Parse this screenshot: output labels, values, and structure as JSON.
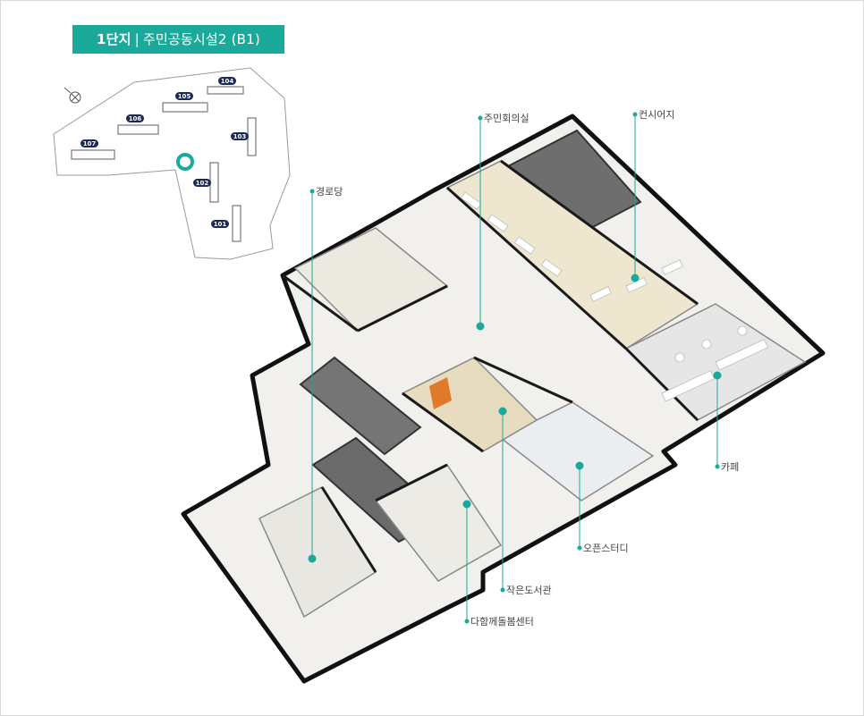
{
  "header": {
    "complex": "1단지",
    "separator": "|",
    "facility": "주민공동시설2 (B1)"
  },
  "site_map": {
    "buildings": [
      {
        "id": "b104",
        "label": "104"
      },
      {
        "id": "b105",
        "label": "105"
      },
      {
        "id": "b106",
        "label": "106"
      },
      {
        "id": "b107",
        "label": "107"
      },
      {
        "id": "b103",
        "label": "103"
      },
      {
        "id": "b102",
        "label": "102"
      },
      {
        "id": "b101",
        "label": "101"
      }
    ],
    "compass_icon": "north-compass-icon",
    "marker_icon": "location-ring-icon"
  },
  "facilities": [
    {
      "id": "senior-center",
      "label": "경로당"
    },
    {
      "id": "resident-meeting",
      "label": "주민회의실"
    },
    {
      "id": "concierge",
      "label": "컨시어지"
    },
    {
      "id": "cafe",
      "label": "카페"
    },
    {
      "id": "open-study",
      "label": "오픈스터디"
    },
    {
      "id": "small-library",
      "label": "작은도서관"
    },
    {
      "id": "care-center",
      "label": "다함께돌봄센터"
    }
  ],
  "colors": {
    "accent": "#1aa99a",
    "building_badge": "#1b2a55",
    "wall": "#1a1a1a",
    "dark_floor": "#6e6e6e",
    "light_floor": "#efeee9"
  }
}
